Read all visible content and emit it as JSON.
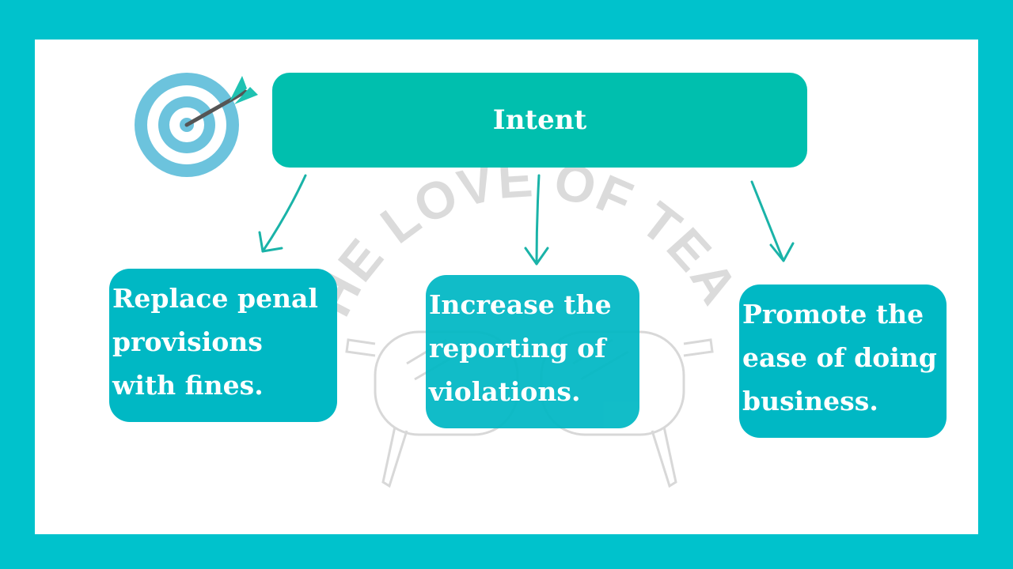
{
  "diagram": {
    "root": {
      "label": "Intent"
    },
    "children": [
      {
        "label_lines": [
          "Replace penal",
          "provisions",
          "with fines."
        ]
      },
      {
        "label_lines": [
          "Increase the",
          "reporting of",
          "violations."
        ]
      },
      {
        "label_lines": [
          "Promote the",
          "ease of doing",
          "business."
        ]
      }
    ]
  },
  "watermark": {
    "text": "FOR THE LOVE OF TEACHING"
  },
  "colors": {
    "frame": "#00c2cc",
    "root_box": "#00bfae",
    "child_box": "#00b8c4",
    "arrow": "#1ab3a8",
    "target_ring": "#6cc3dd",
    "arrow_fletch": "#1fc2b2",
    "arrow_shaft": "#555555"
  },
  "icons": {
    "target": "target-icon"
  }
}
